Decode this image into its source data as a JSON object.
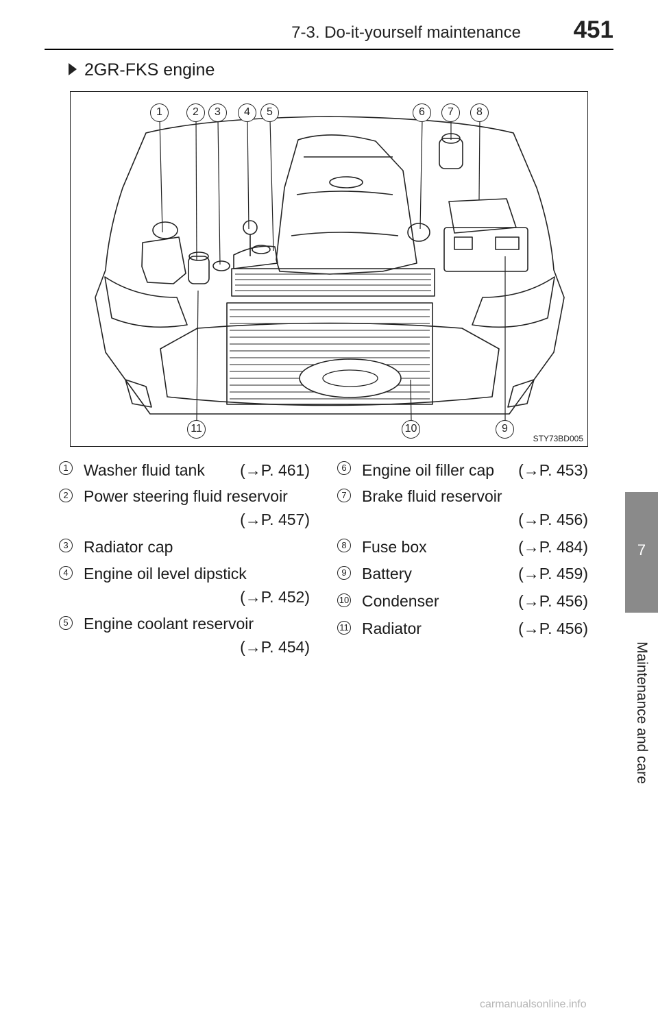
{
  "header": {
    "section": "7-3. Do-it-yourself maintenance",
    "page_number": "451"
  },
  "side_tab": {
    "chapter_number": "7",
    "chapter_title": "Maintenance and care"
  },
  "section_title": "2GR-FKS engine",
  "figure": {
    "code": "STY73BD005",
    "callouts": [
      "1",
      "2",
      "3",
      "4",
      "5",
      "6",
      "7",
      "8",
      "9",
      "10",
      "11"
    ]
  },
  "legend": [
    {
      "num": "1",
      "label": "Washer fluid tank",
      "ref": "(→P. 461)"
    },
    {
      "num": "2",
      "label": "Power steering fluid reservoir",
      "ref": "(→P. 457)"
    },
    {
      "num": "3",
      "label": "Radiator cap",
      "ref": ""
    },
    {
      "num": "4",
      "label": "Engine oil level dipstick",
      "ref": "(→P. 452)"
    },
    {
      "num": "5",
      "label": "Engine coolant reservoir",
      "ref": "(→P. 454)"
    },
    {
      "num": "6",
      "label": "Engine oil filler cap",
      "ref": "(→P. 453)"
    },
    {
      "num": "7",
      "label": "Brake fluid reservoir",
      "ref": "(→P. 456)"
    },
    {
      "num": "8",
      "label": "Fuse box",
      "ref": "(→P. 484)"
    },
    {
      "num": "9",
      "label": "Battery",
      "ref": "(→P. 459)"
    },
    {
      "num": "10",
      "label": "Condenser",
      "ref": "(→P. 456)"
    },
    {
      "num": "11",
      "label": "Radiator",
      "ref": "(→P. 456)"
    }
  ],
  "watermark": "carmanualsonline.info"
}
